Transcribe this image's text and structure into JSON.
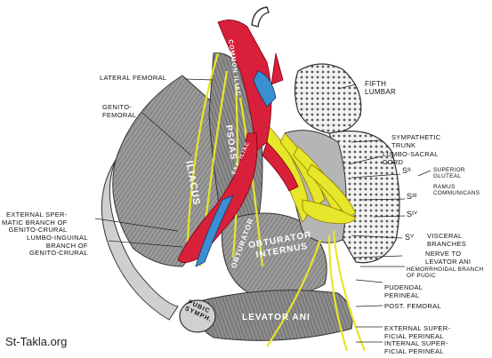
{
  "labels": {
    "lateral_femoral": "LATERAL FEMORAL",
    "genito_femoral": "GENITO-\nFEMORAL",
    "external_spermatic": "EXTERNAL SPER-\nMATIC BRANCH OF\nGENITO-CRURAL",
    "lumbo_inguinal": "LUMBO-INGUINAL\nBRANCH OF\nGENITO-CRURAL",
    "fifth_lumbar": "FIFTH\nLUMBAR",
    "sympathetic_trunk": "SYMPATHETIC\nTRUNK",
    "lumbo_sacral_cord": "LUMBO-SACRAL\nCORD",
    "s2": "Sᴵᴵ",
    "superior_gluteal": "SUPERIOR\nGLUTEAL",
    "s3": "Sᴵᴵᴵ",
    "ramus_communicans": "RAMUS\nCOMMUNICANS",
    "s4": "Sᴵⱽ",
    "s5": "Sⱽ",
    "visceral_branches": "VISCERAL\nBRANCHES",
    "nerve_levator": "NERVE TO\nLEVATOR ANI",
    "hemorrhoidal": "HEMORRHOIDAL BRANCH\nOF PUDIC",
    "pudendal_perineal": "PUDENDAL\nPERINEAL",
    "post_femoral": "POST. FEMORAL",
    "external_superficial": "EXTERNAL SUPER-\nFICIAL PERINEAL",
    "internal_superficial": "INTERNAL SUPER-\nFICIAL PERINEAL"
  },
  "structures": {
    "iliacus": "ILIACUS",
    "psoas": "PSOAS",
    "obturator": "OBTURATOR",
    "obturator_internus": "OBTURATOR\nINTERNUS",
    "pubic_symph": "PUBIC\nSYMPH.",
    "levator_ani": "LEVATOR ANI",
    "common_iliac": "COMMON ILIAC",
    "ext_iliac": "EXT. ILIAC"
  },
  "watermark": "St-Takla.org",
  "colors": {
    "artery": "#d8203a",
    "vein": "#3a8fd0",
    "nerve": "#e6e62a",
    "muscle": "#8a8a8a",
    "bone": "#d8d8d8"
  }
}
